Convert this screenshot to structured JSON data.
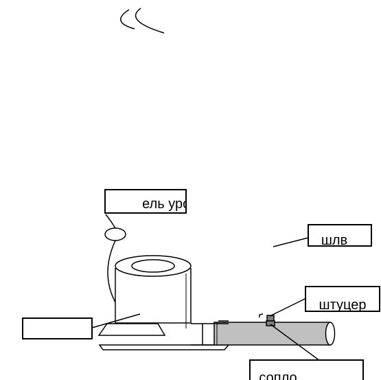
{
  "labels": {
    "level_switch": "Выключатель уровня",
    "wire": "шлв",
    "fitting": "штуцер",
    "pipe": "сопло"
  },
  "colors": {
    "pipe_fill": "#c0c0c0",
    "line": "#000000",
    "background": "#ffffff"
  }
}
